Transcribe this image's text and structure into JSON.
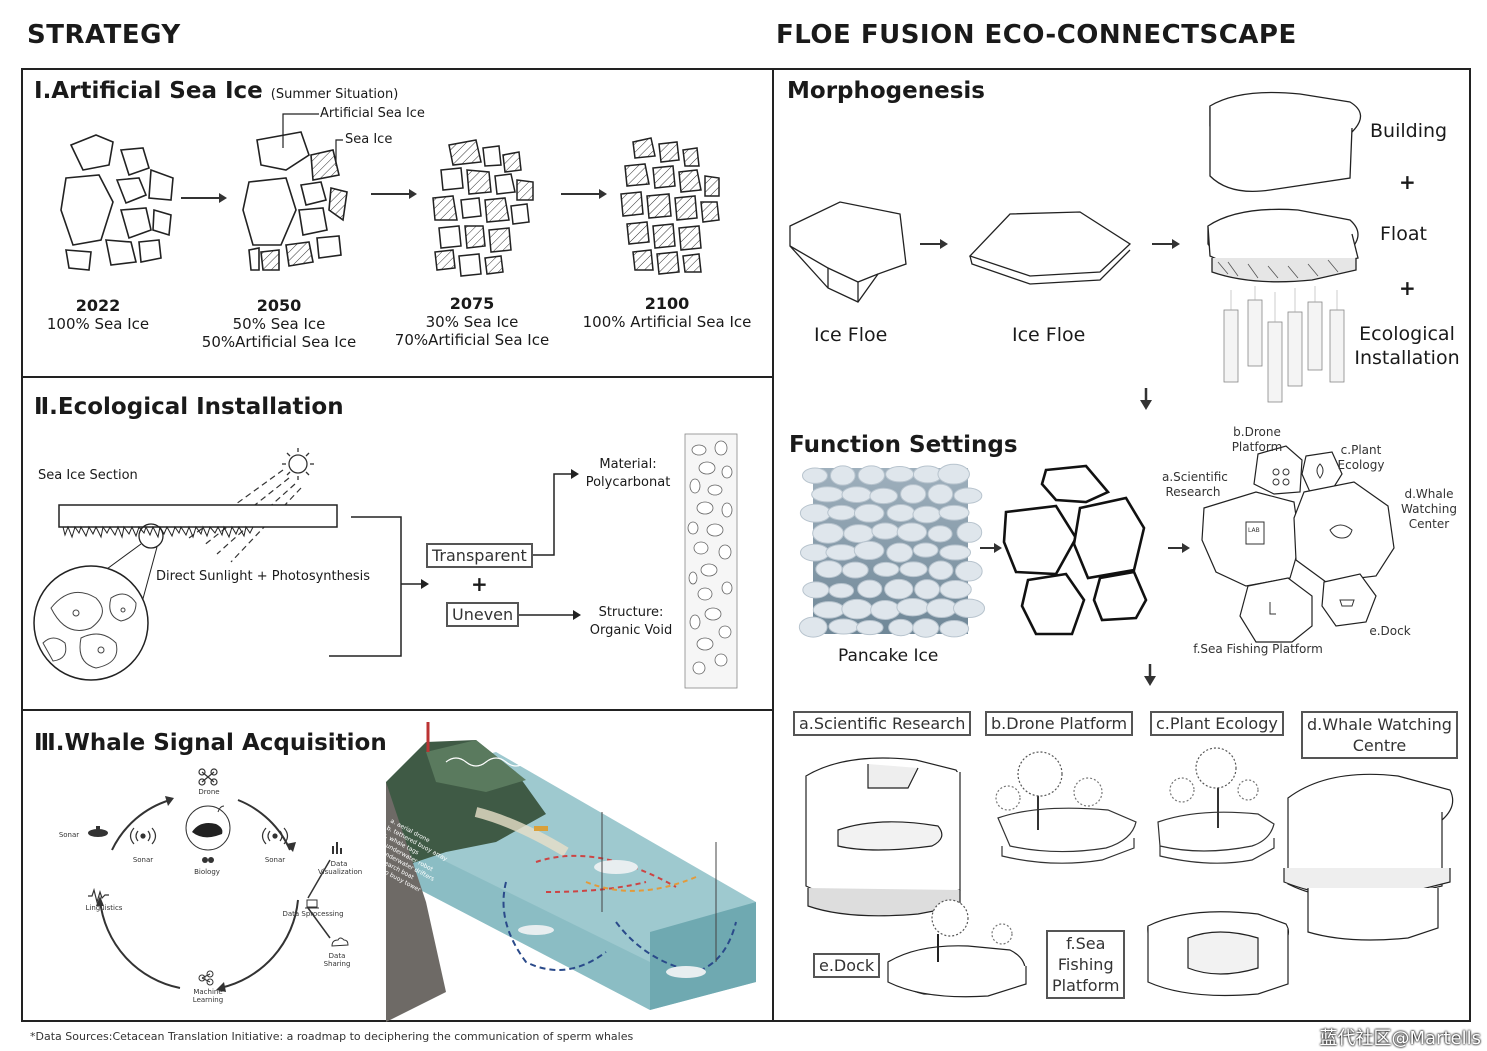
{
  "header": {
    "left_title": "STRATEGY",
    "right_title": "FLOE FUSION ECO-CONNECTSCAPE"
  },
  "section1": {
    "numeral": "Ⅰ",
    "title": ".Artificial Sea Ice",
    "subtitle": "(Summer Situation)",
    "callout_artificial": "Artificial Sea Ice",
    "callout_sea": "Sea Ice",
    "stages": [
      {
        "year": "2022",
        "line1": "100% Sea Ice",
        "line2": ""
      },
      {
        "year": "2050",
        "line1": "50% Sea Ice",
        "line2": "50%Artificial Sea Ice"
      },
      {
        "year": "2075",
        "line1": "30% Sea Ice",
        "line2": "70%Artificial Sea Ice"
      },
      {
        "year": "2100",
        "line1": "100% Artificial Sea Ice",
        "line2": ""
      }
    ]
  },
  "section2": {
    "numeral": "Ⅱ",
    "title": ".Ecological Installation",
    "section_label": "Sea Ice Section",
    "sun_label": "Direct Sunlight + Photosynthesis",
    "transparent": "Transparent",
    "plus": "+",
    "uneven": "Uneven",
    "material_label": "Material:",
    "material_value": "Polycarbonat",
    "structure_label": "Structure:",
    "structure_value": "Organic Void"
  },
  "section3": {
    "numeral": "Ⅲ",
    "title": ".Whale Signal Acquisition",
    "nodes": {
      "drone": "Drone",
      "sonar_left": "Sonar",
      "sonar_right": "Sonar",
      "sonar_far": "Sonar",
      "biology": "Biology",
      "data_viz": "Data Visualization",
      "data_proc": "Data Sprocessing",
      "data_share": "Data Sharing",
      "ml": "Machine Learning",
      "linguistics": "Linguistics"
    },
    "legend": [
      "a. aerial drone",
      "b. tethered buoy array",
      "c. whale tags",
      "d. underwater robot",
      "e. underwater drifters",
      "f. research boat",
      "g. radio buoy tower"
    ]
  },
  "morph": {
    "title": "Morphogenesis",
    "floe1": "Ice Floe",
    "floe2": "Ice Floe",
    "building": "Building",
    "plus1": "+",
    "float": "Float",
    "plus2": "+",
    "eco_line1": "Ecological",
    "eco_line2": "Installation"
  },
  "functions": {
    "title": "Function Settings",
    "pancake": "Pancake Ice",
    "labels": {
      "a": "a.Scientific Research",
      "b": "b.Drone Platform",
      "c": "c.Plant Ecology",
      "d": "d.Whale Watching Center",
      "e": "e.Dock",
      "f": "f.Sea Fishing Platform"
    },
    "lab_sign": "LAB"
  },
  "bottom_boxes": {
    "a": "a.Scientific Research",
    "b": "b.Drone Platform",
    "c": "c.Plant Ecology",
    "d1": "d.Whale Watching",
    "d2": "Centre",
    "e": "e.Dock",
    "f1": "f.Sea",
    "f2": "Fishing",
    "f3": "Platform"
  },
  "footnote": "*Data Sources:Cetacean Translation Initiative: a roadmap to deciphering the communication of sperm whales",
  "watermark": "蓝代社区@Martells"
}
